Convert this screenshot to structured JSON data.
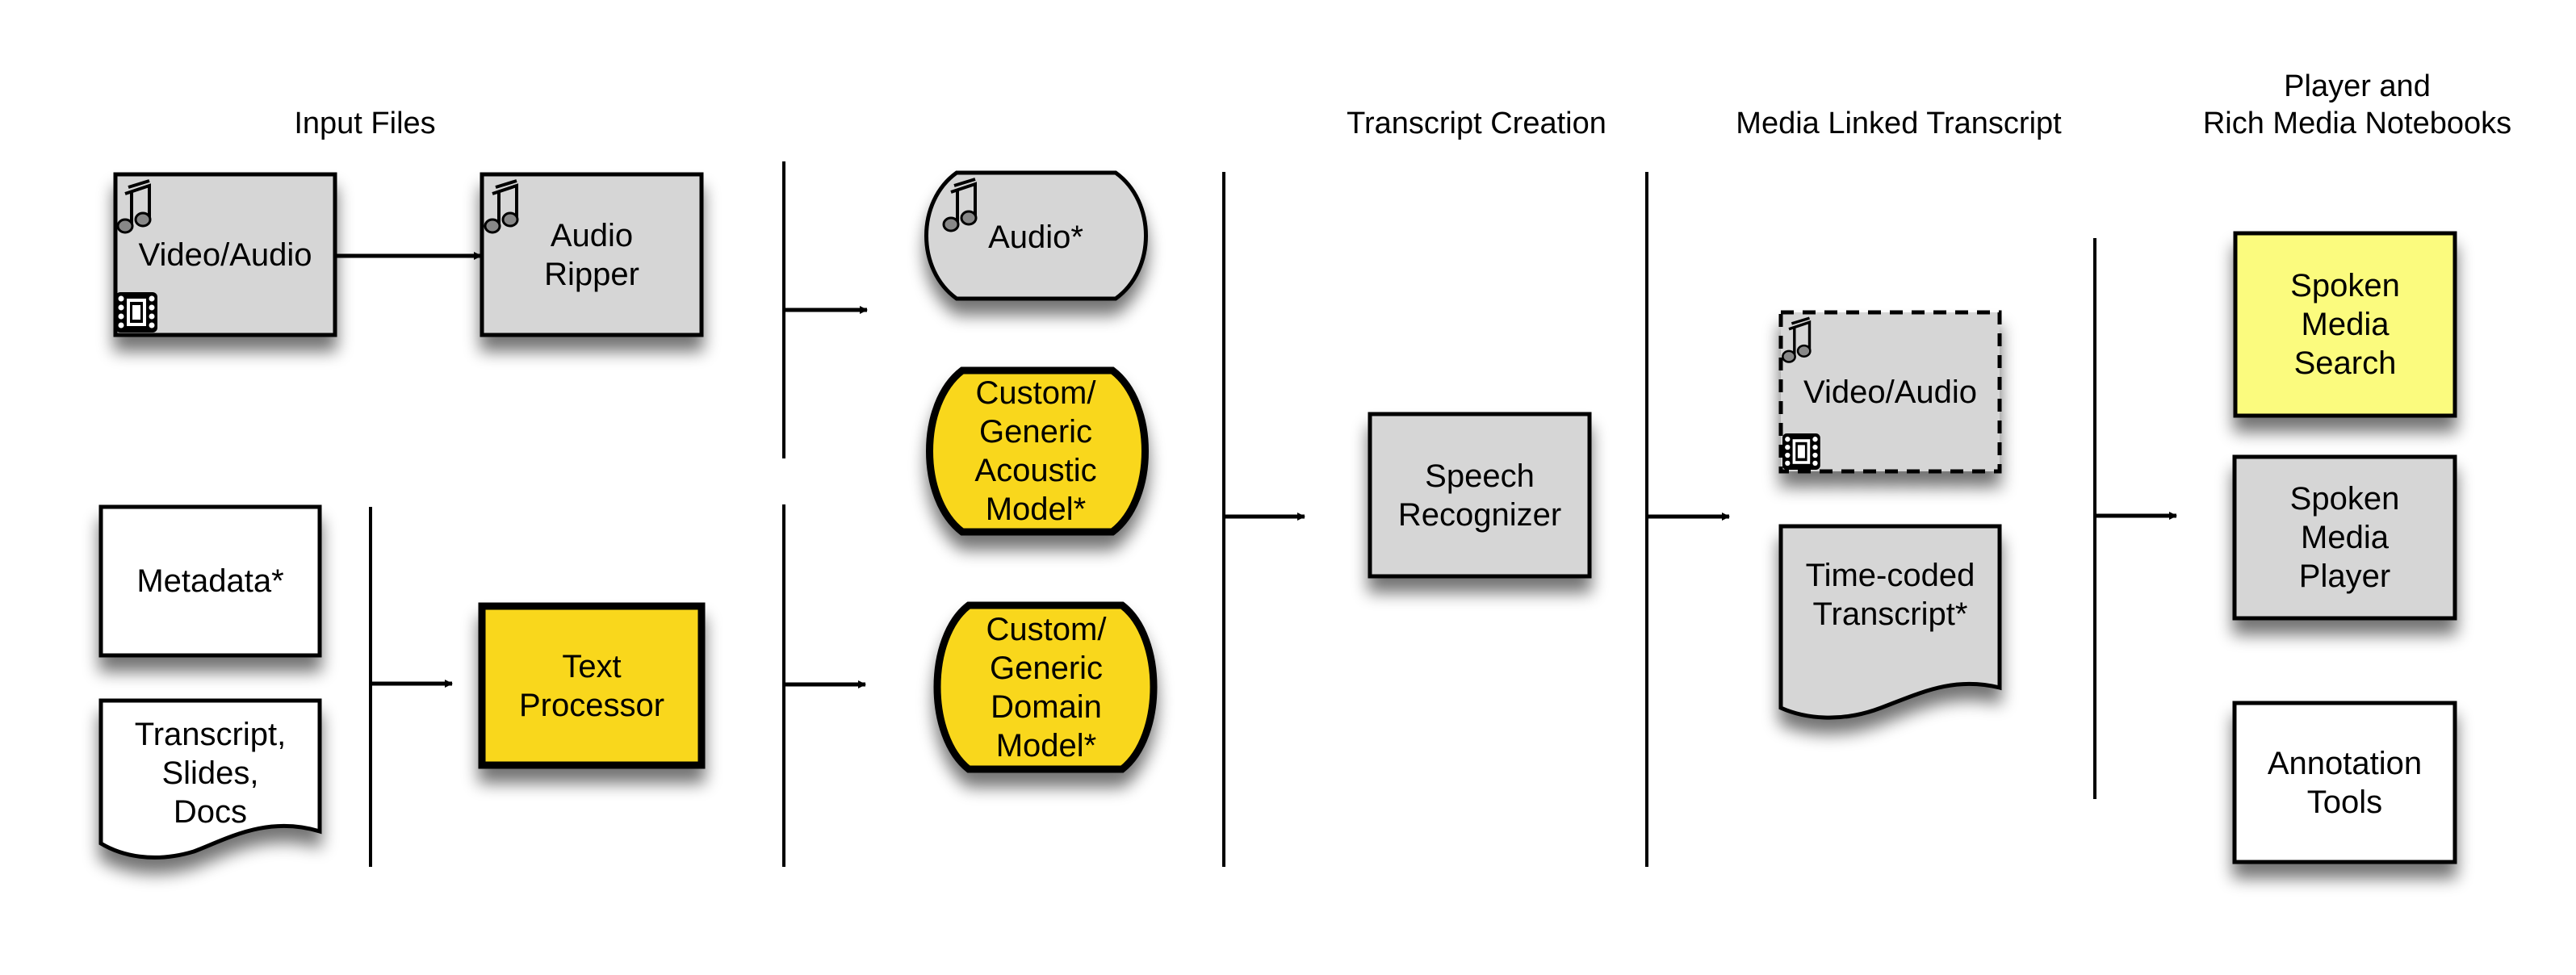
{
  "diagram": {
    "columns": [
      {
        "id": "input-files",
        "title": [
          "Input Files"
        ]
      },
      {
        "id": "transcript-creation",
        "title": [
          "Transcript Creation"
        ]
      },
      {
        "id": "media-linked-transcript",
        "title": [
          "Media Linked Transcript"
        ]
      },
      {
        "id": "player-notebooks",
        "title": [
          "Player and",
          "Rich Media Notebooks"
        ]
      }
    ],
    "nodes": {
      "video_audio_input": {
        "lines": [
          "Video/Audio"
        ],
        "shape": "process",
        "fill": "#d6d6d6",
        "icons": [
          "music-note-icon",
          "film-icon"
        ]
      },
      "audio_ripper": {
        "lines": [
          "Audio",
          "Ripper"
        ],
        "shape": "process",
        "fill": "#d6d6d6",
        "icons": [
          "music-note-icon"
        ]
      },
      "metadata": {
        "lines": [
          "Metadata*"
        ],
        "shape": "process",
        "fill": "#ffffff"
      },
      "transcript_slides_docs": {
        "lines": [
          "Transcript,",
          "Slides,",
          "Docs"
        ],
        "shape": "document",
        "fill": "#ffffff"
      },
      "text_processor": {
        "lines": [
          "Text",
          "Processor"
        ],
        "shape": "process",
        "fill": "#f9d71c"
      },
      "audio_store": {
        "lines": [
          "Audio*"
        ],
        "shape": "stored-data",
        "fill": "#d6d6d6",
        "icons": [
          "music-note-icon"
        ]
      },
      "acoustic_model": {
        "lines": [
          "Custom/",
          "Generic",
          "Acoustic",
          "Model*"
        ],
        "shape": "stored-data",
        "fill": "#f9d71c"
      },
      "domain_model": {
        "lines": [
          "Custom/",
          "Generic",
          "Domain",
          "Model*"
        ],
        "shape": "stored-data",
        "fill": "#f9d71c"
      },
      "speech_recognizer": {
        "lines": [
          "Speech",
          "Recognizer"
        ],
        "shape": "process",
        "fill": "#d6d6d6"
      },
      "video_audio_linked": {
        "lines": [
          "Video/Audio"
        ],
        "shape": "process-dashed",
        "fill": "#d6d6d6",
        "icons": [
          "music-note-icon",
          "film-icon"
        ]
      },
      "time_coded_transcript": {
        "lines": [
          "Time-coded",
          "Transcript*"
        ],
        "shape": "document",
        "fill": "#d6d6d6"
      },
      "spoken_media_search": {
        "lines": [
          "Spoken",
          "Media",
          "Search"
        ],
        "shape": "process",
        "fill": "#fbfb7e"
      },
      "spoken_media_player": {
        "lines": [
          "Spoken",
          "Media",
          "Player"
        ],
        "shape": "process",
        "fill": "#d6d6d6"
      },
      "annotation_tools": {
        "lines": [
          "Annotation",
          "Tools"
        ],
        "shape": "process",
        "fill": "#ffffff"
      }
    },
    "edges": [
      {
        "from": "video_audio_input",
        "to": "audio_ripper"
      },
      {
        "from": "input-group-top",
        "to": "audio_store"
      },
      {
        "from": "metadata+transcript_slides_docs",
        "to": "text_processor"
      },
      {
        "from": "text_processor",
        "to": "domain_model"
      },
      {
        "from": "models",
        "to": "speech_recognizer"
      },
      {
        "from": "speech_recognizer",
        "to": "media-linked-outputs"
      },
      {
        "from": "media-linked-outputs",
        "to": "player-notebooks"
      }
    ],
    "colors": {
      "gray_fill": "#d6d6d6",
      "gold_fill": "#f9d71c",
      "light_yellow_fill": "#fbfb7e",
      "stroke": "#000000"
    }
  }
}
